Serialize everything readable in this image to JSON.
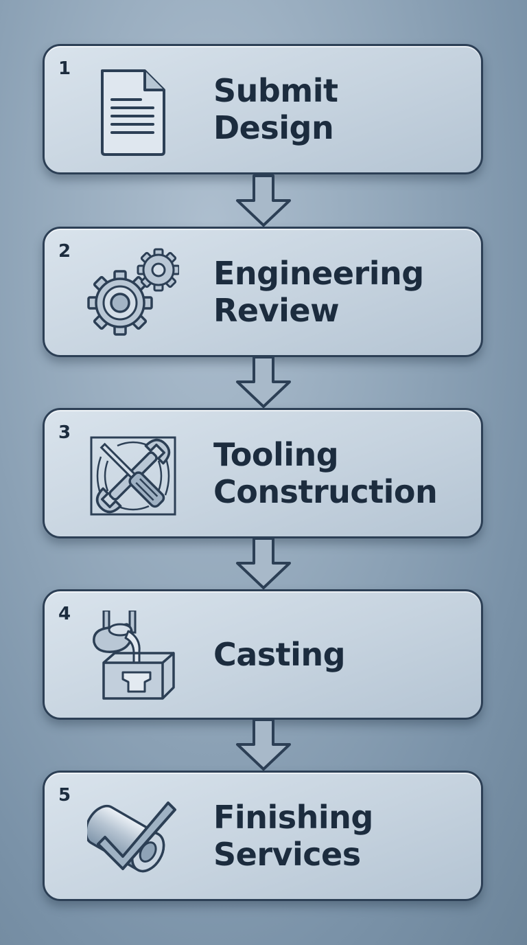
{
  "steps": [
    {
      "number": "1",
      "line1": "Submit",
      "line2": "Design",
      "icon": "document-icon"
    },
    {
      "number": "2",
      "line1": "Engineering",
      "line2": "Review",
      "icon": "gears-icon"
    },
    {
      "number": "3",
      "line1": "Tooling",
      "line2": "Construction",
      "icon": "wrench-screwdriver-icon"
    },
    {
      "number": "4",
      "line1": "Casting",
      "line2": "",
      "icon": "pouring-mold-icon"
    },
    {
      "number": "5",
      "line1": "Finishing",
      "line2": "Services",
      "icon": "finished-part-check-icon"
    }
  ],
  "colors": {
    "outline": "#2c3f55",
    "text": "#1c2c3e",
    "box_fill": "#c6d3df",
    "background": "#93a8bb"
  }
}
